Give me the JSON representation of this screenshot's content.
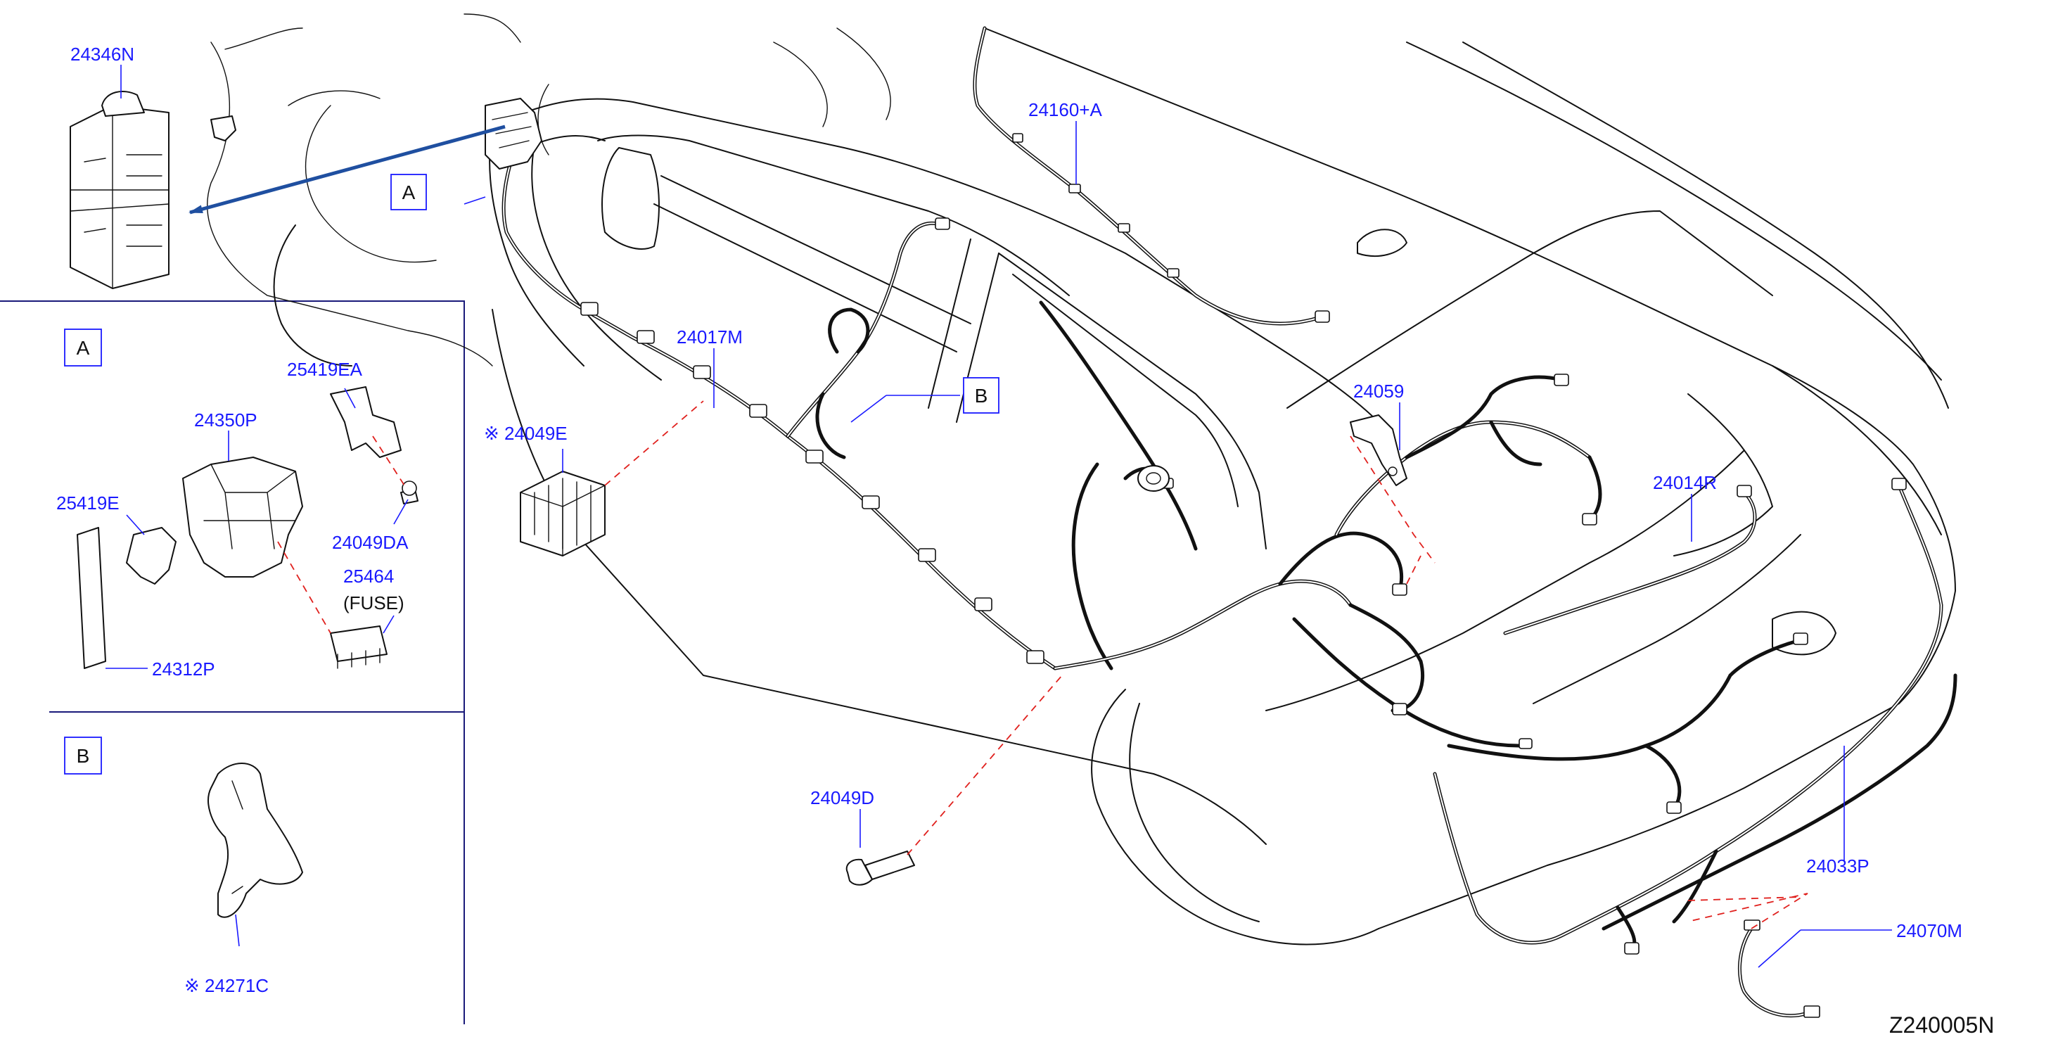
{
  "diagram": {
    "code": "Z240005N",
    "panel_a_tag": "A",
    "panel_b_tag": "B",
    "callout_a": "A",
    "callout_b": "B",
    "fuse_note": "(FUSE)",
    "parts": {
      "p24346N": "24346N",
      "p24160A": "24160+A",
      "p24017M": "24017M",
      "p24049E": "※ 24049E",
      "p24059": "24059",
      "p24014R": "24014R",
      "p24049D": "24049D",
      "p24033P": "24033P",
      "p24070M": "24070M",
      "p25419EA": "25419EA",
      "p24350P": "24350P",
      "p25419E": "25419E",
      "p24049DA": "24049DA",
      "p25464": "25464",
      "p24312P": "24312P",
      "p24271C": "※ 24271C"
    },
    "colors": {
      "label": "#1a1aff",
      "line": "#111111",
      "dashed_reference": "#e0201d",
      "arrow": "#1f4fa0"
    }
  }
}
